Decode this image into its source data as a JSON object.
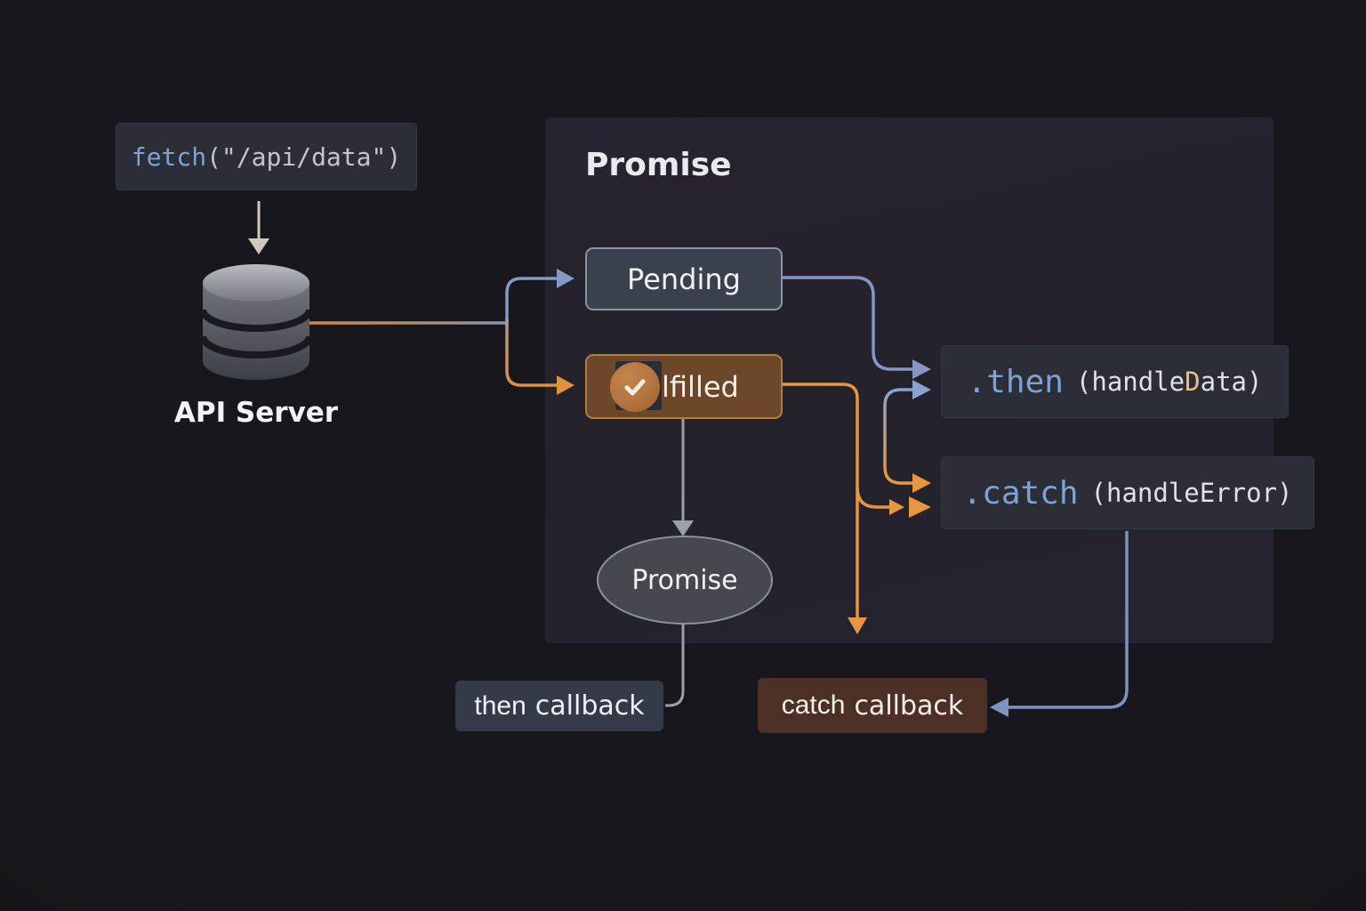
{
  "page": {
    "background": "#17171d"
  },
  "fetch_box": {
    "keyword": "fetch",
    "rest": "(\"/api/data\")"
  },
  "api_server": {
    "label": "API Server",
    "icon": "database-icon"
  },
  "panel": {
    "title": "Promise"
  },
  "states": {
    "pending": {
      "label": "Pending"
    },
    "fulfilled": {
      "label": "lfilled",
      "icon": "check-icon"
    }
  },
  "promise_node": {
    "label": "Promise"
  },
  "then_handler": {
    "method": ".then",
    "arg_pre": "(handle",
    "arg_highlight": "D",
    "arg_post": "ata)"
  },
  "catch_handler": {
    "method": ".catch",
    "args": "(handleError)"
  },
  "then_callback": {
    "word1": "then",
    "word2": "callback"
  },
  "catch_callback": {
    "word1": "catch",
    "word2": "callback"
  },
  "edges": [
    {
      "from": "fetch",
      "to": "api-server",
      "color": "gray"
    },
    {
      "from": "api-server",
      "to": "pending",
      "color": "blue"
    },
    {
      "from": "api-server",
      "to": "fulfilled",
      "color": "orange"
    },
    {
      "from": "pending",
      "to": "then-handler",
      "color": "blue"
    },
    {
      "from": "then-handler",
      "to": "catch-handler",
      "color": "blue-to-orange"
    },
    {
      "from": "fulfilled",
      "to": "catch-handler",
      "color": "orange"
    },
    {
      "from": "fulfilled",
      "to": "promise-node",
      "color": "gray"
    },
    {
      "from": "fulfilled",
      "to": "catch-callback-area",
      "color": "orange"
    },
    {
      "from": "promise-node",
      "to": "then-callback",
      "color": "gray"
    },
    {
      "from": "catch-handler",
      "to": "catch-callback",
      "color": "blue"
    }
  ],
  "colors": {
    "blue_arrow": "#8497c4",
    "orange_arrow": "#e8963f",
    "gray_arrow": "#9aa0a6",
    "tan_arrow": "#cfc9bf",
    "code_keyword_blue": "#7ea2d6",
    "arg_highlight_peach": "#eabd92",
    "fulfilled_fill": "#6d4729",
    "fulfilled_border": "#b07d42",
    "catch_callback_fill": "#4c3026",
    "panel_fill": "#242230"
  }
}
